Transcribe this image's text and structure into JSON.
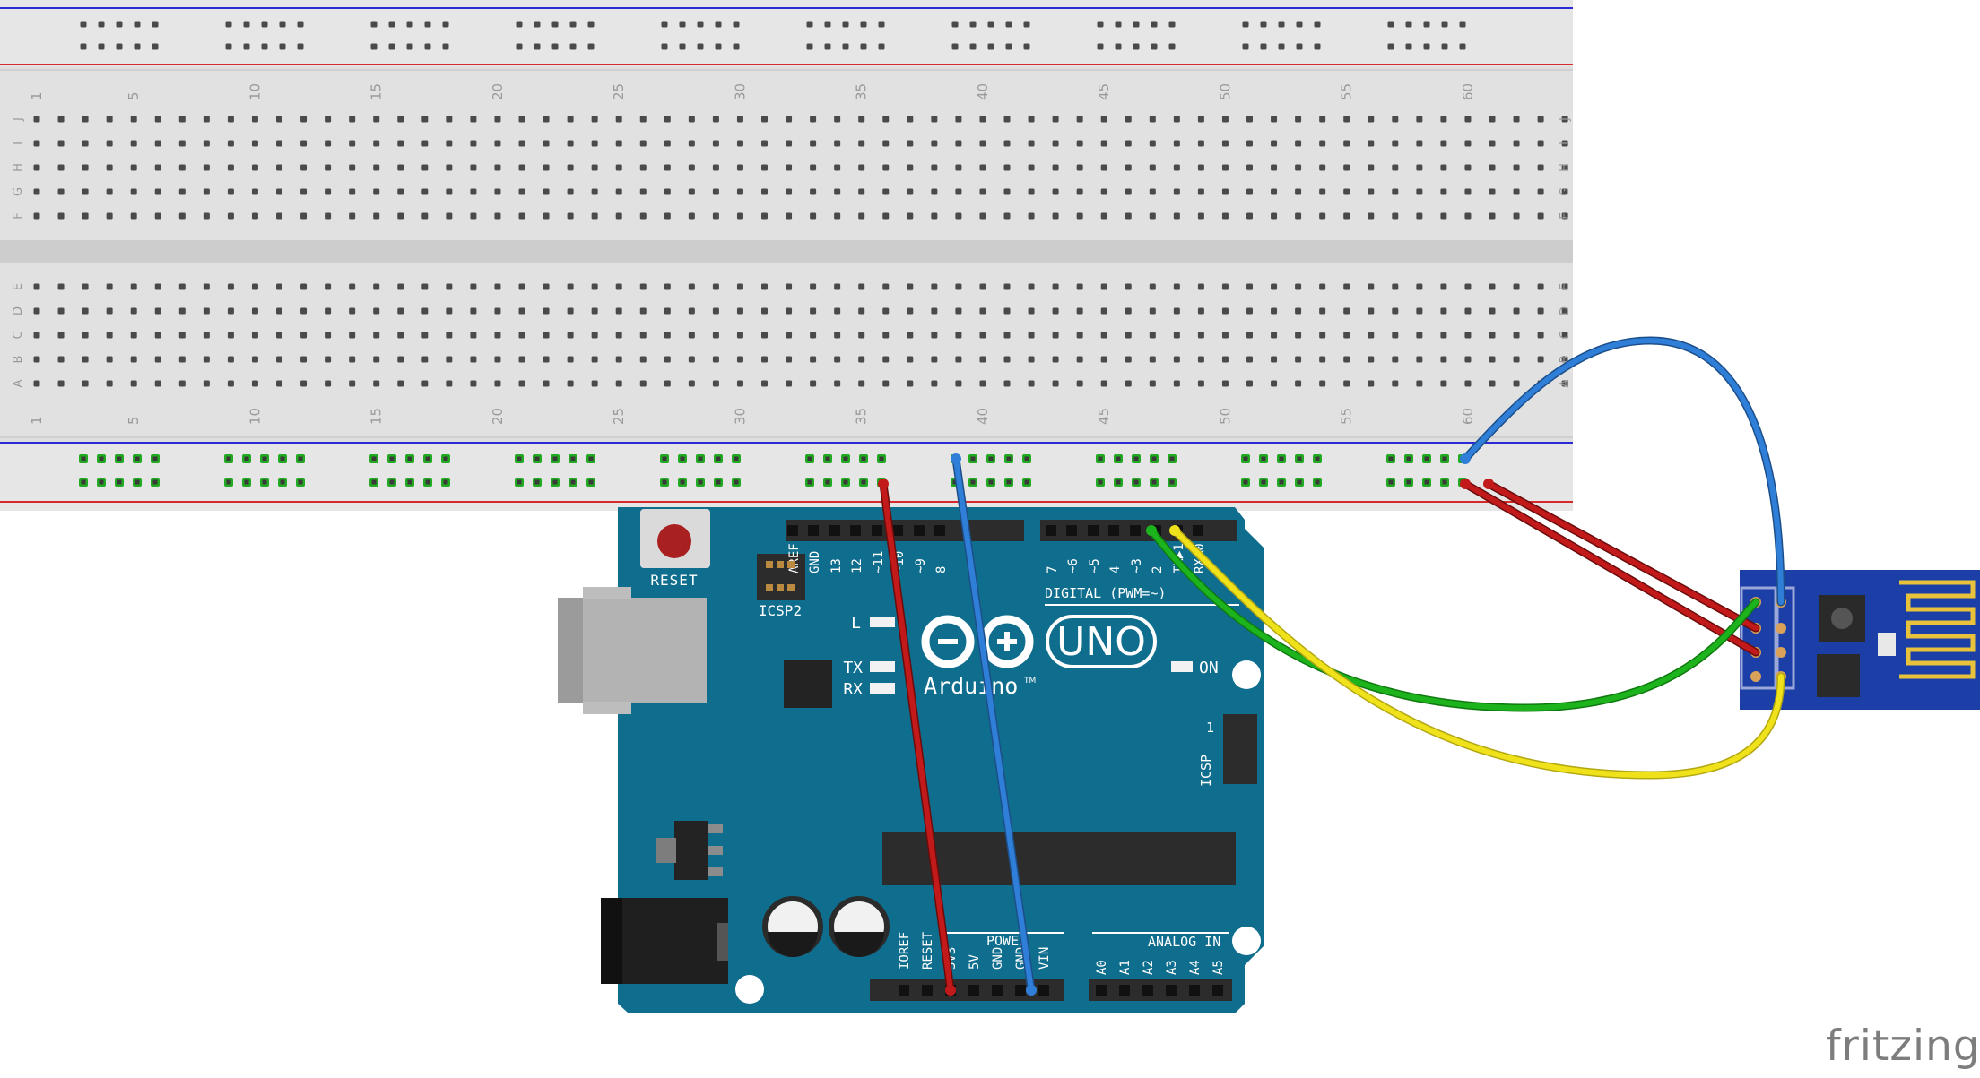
{
  "breadboard": {
    "top_numbers": [
      "1",
      "5",
      "10",
      "15",
      "20",
      "25",
      "30",
      "35",
      "40",
      "45",
      "50",
      "55",
      "60"
    ],
    "bottom_numbers": [
      "1",
      "5",
      "10",
      "15",
      "20",
      "25",
      "30",
      "35",
      "40",
      "45",
      "50",
      "55",
      "60"
    ],
    "row_letters_upper": [
      "J",
      "I",
      "H",
      "G",
      "F"
    ],
    "row_letters_lower": [
      "E",
      "D",
      "C",
      "B",
      "A"
    ],
    "colors": {
      "body": "#dcdcdc",
      "rail_blue": "#2a2ad8",
      "rail_red": "#d62a2a",
      "hole": "#4a4a4a",
      "active_hole": "#22aa22"
    }
  },
  "arduino": {
    "reset_label": "RESET",
    "icsp2_label": "ICSP2",
    "icsp_label": "ICSP",
    "digital_label": "DIGITAL (PWM=~)",
    "top_pins": [
      "AREF",
      "GND",
      "13",
      "12",
      "~11",
      "~10",
      "~9",
      "8",
      "7",
      "~6",
      "~5",
      "4",
      "~3",
      "2",
      "TX▶1",
      "RX◀0"
    ],
    "led_l": "L",
    "led_tx": "TX",
    "led_rx": "RX",
    "led_on": "ON",
    "uno_label": "UNO",
    "brand_label": "Arduino",
    "tm_label": "TM",
    "icsp_pin1": "1",
    "power_label": "POWER",
    "analog_label": "ANALOG IN",
    "power_pins": [
      "IOREF",
      "RESET",
      "3V3",
      "5V",
      "GND",
      "GND",
      "VIN"
    ],
    "analog_pins": [
      "A0",
      "A1",
      "A2",
      "A3",
      "A4",
      "A5"
    ],
    "colors": {
      "board": "#0f6d8e",
      "header": "#2c2c2c"
    }
  },
  "esp_module": {
    "colors": {
      "board": "#1b3fa6",
      "antenna": "#e8c23a"
    }
  },
  "wires": {
    "colors": {
      "red": "#c21a1a",
      "blue": "#2f7fd8",
      "green": "#1db31d",
      "yellow": "#f0e21a"
    }
  },
  "watermark": "fritzing"
}
